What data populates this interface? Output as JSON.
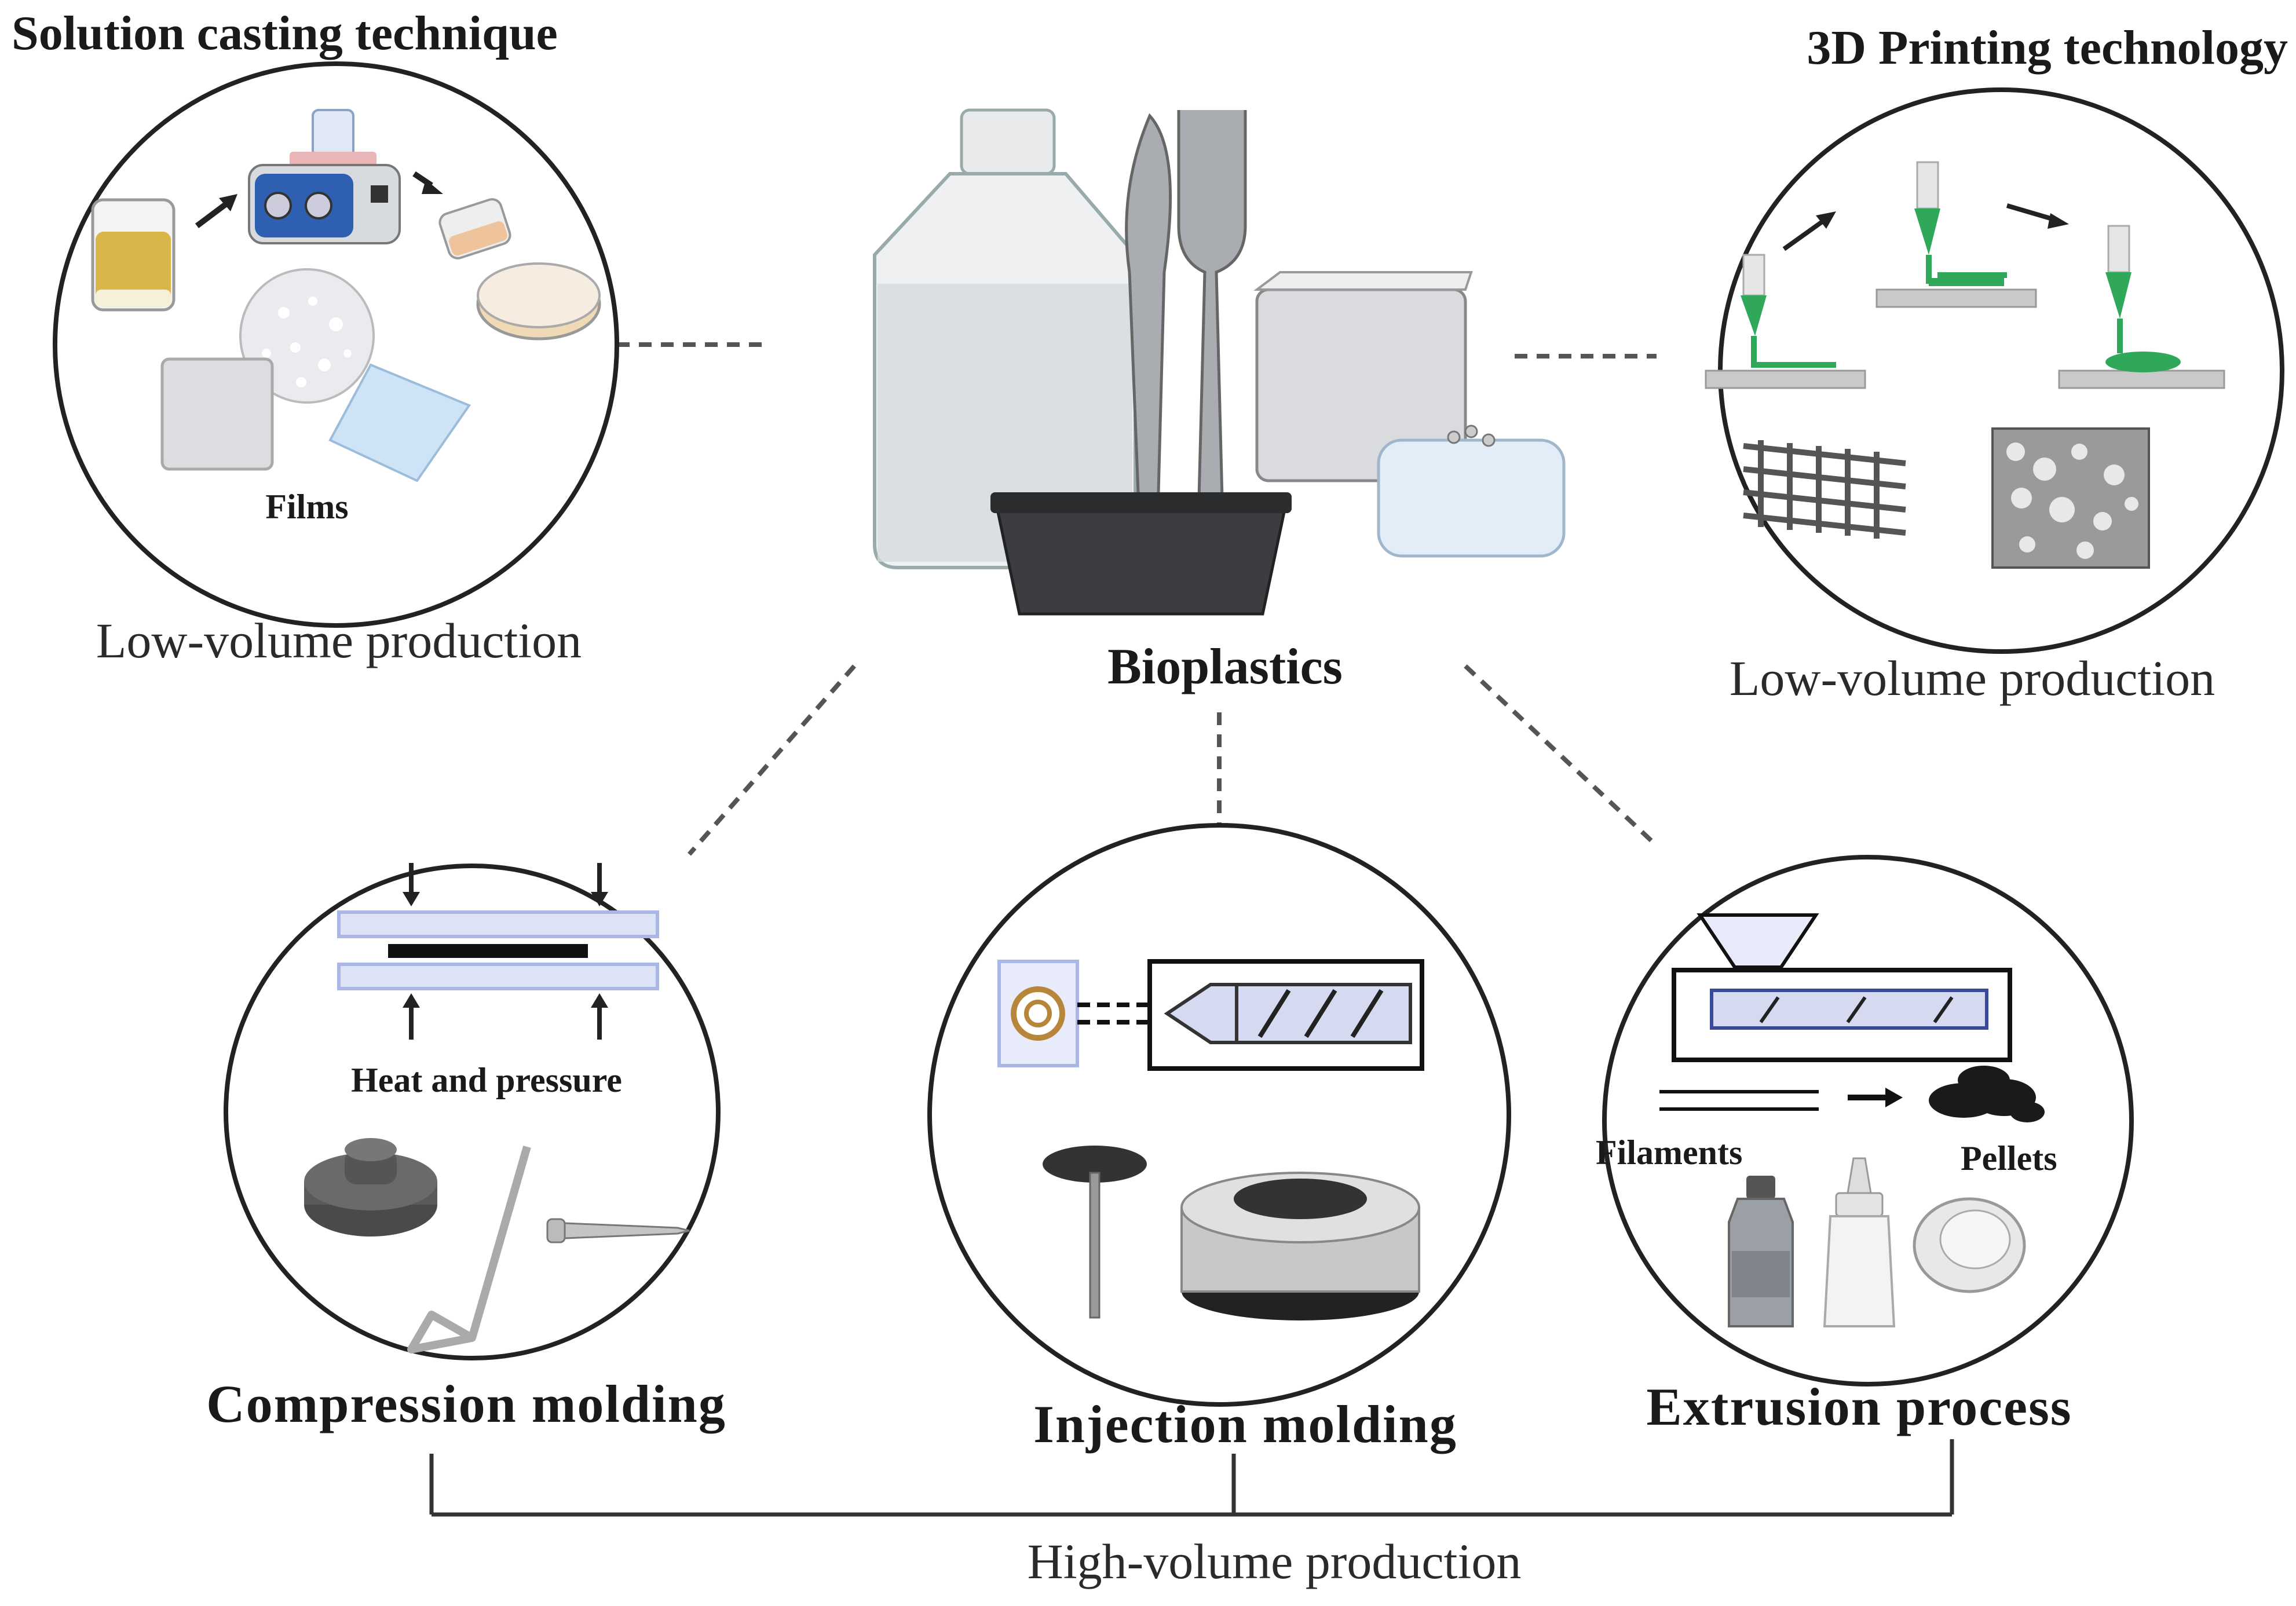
{
  "labels": {
    "solution_casting_title": "Solution casting technique",
    "printing_title": "3D Printing technology",
    "films": "Films",
    "low_volume_left": "Low-volume production",
    "low_volume_right": "Low-volume production",
    "bioplastics": "Bioplastics",
    "heat_and_pressure": "Heat and pressure",
    "compression_molding": "Compression  molding",
    "injection_molding": "Injection  molding",
    "extrusion_process": "Extrusion  process",
    "filaments": "Filaments",
    "pellets": "Pellets",
    "high_volume": "High-volume production"
  },
  "colors": {
    "printer_green": "#2fa85a",
    "plate_blue": "#aab6e6",
    "line_gray": "#555555",
    "circle_stroke": "#222222"
  }
}
